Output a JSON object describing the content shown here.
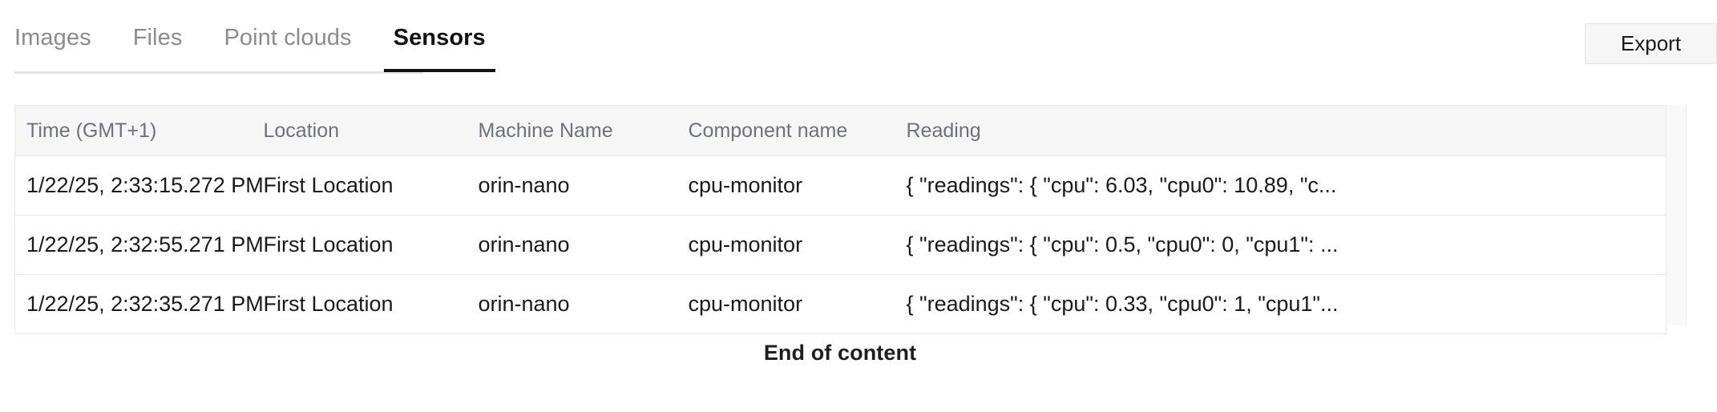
{
  "tabs": [
    {
      "label": "Images",
      "active": false
    },
    {
      "label": "Files",
      "active": false
    },
    {
      "label": "Point clouds",
      "active": false
    },
    {
      "label": "Sensors",
      "active": true
    }
  ],
  "toolbar": {
    "export_label": "Export"
  },
  "table": {
    "columns": [
      "Time (GMT+1)",
      "Location",
      "Machine Name",
      "Component name",
      "Reading"
    ],
    "rows": [
      {
        "time": "1/22/25, 2:33:15.272 PM",
        "location": "First Location",
        "machine": "orin-nano",
        "component": "cpu-monitor",
        "reading": "{ \"readings\": { \"cpu\": 6.03, \"cpu0\": 10.89, \"c..."
      },
      {
        "time": "1/22/25, 2:32:55.271 PM",
        "location": "First Location",
        "machine": "orin-nano",
        "component": "cpu-monitor",
        "reading": "{ \"readings\": { \"cpu\": 0.5, \"cpu0\": 0, \"cpu1\": ..."
      },
      {
        "time": "1/22/25, 2:32:35.271 PM",
        "location": "First Location",
        "machine": "orin-nano",
        "component": "cpu-monitor",
        "reading": "{ \"readings\": { \"cpu\": 0.33, \"cpu0\": 1, \"cpu1\"..."
      }
    ]
  },
  "footer": {
    "end_of_content": "End of content"
  },
  "colors": {
    "active_tab": "#111111",
    "inactive_tab": "#8c8c8c",
    "header_bg": "#f6f6f6",
    "header_text": "#6f7275",
    "border": "#e5e7ea",
    "button_bg": "#f6f6f6"
  }
}
